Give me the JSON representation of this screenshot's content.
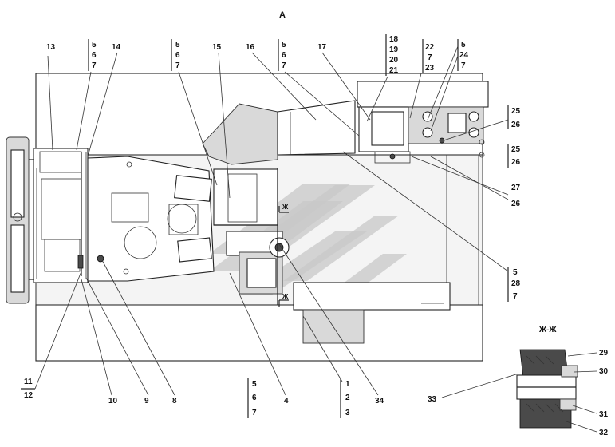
{
  "view_title": "А",
  "section_title": "Ж-Ж",
  "section_marker": "Ж",
  "callouts": {
    "c1": "1",
    "c2": "2",
    "c3": "3",
    "c4": "4",
    "c5": "5",
    "c6": "6",
    "c7": "7",
    "c8": "8",
    "c9": "9",
    "c10": "10",
    "c11": "11",
    "c12": "12",
    "c13": "13",
    "c14": "14",
    "c15": "15",
    "c16": "16",
    "c17": "17",
    "c18": "18",
    "c19": "19",
    "c20": "20",
    "c21": "21",
    "c22": "22",
    "c23": "23",
    "c24": "24",
    "c25": "25",
    "c26": "26",
    "c27": "27",
    "c28": "28",
    "c29": "29",
    "c30": "30",
    "c31": "31",
    "c32": "32",
    "c33": "33",
    "c34": "34"
  },
  "colors": {
    "line": "#222222",
    "fill_light": "#f4f4f4",
    "fill_grey": "#d9d9d9",
    "watermark": "#c8c8c8"
  }
}
